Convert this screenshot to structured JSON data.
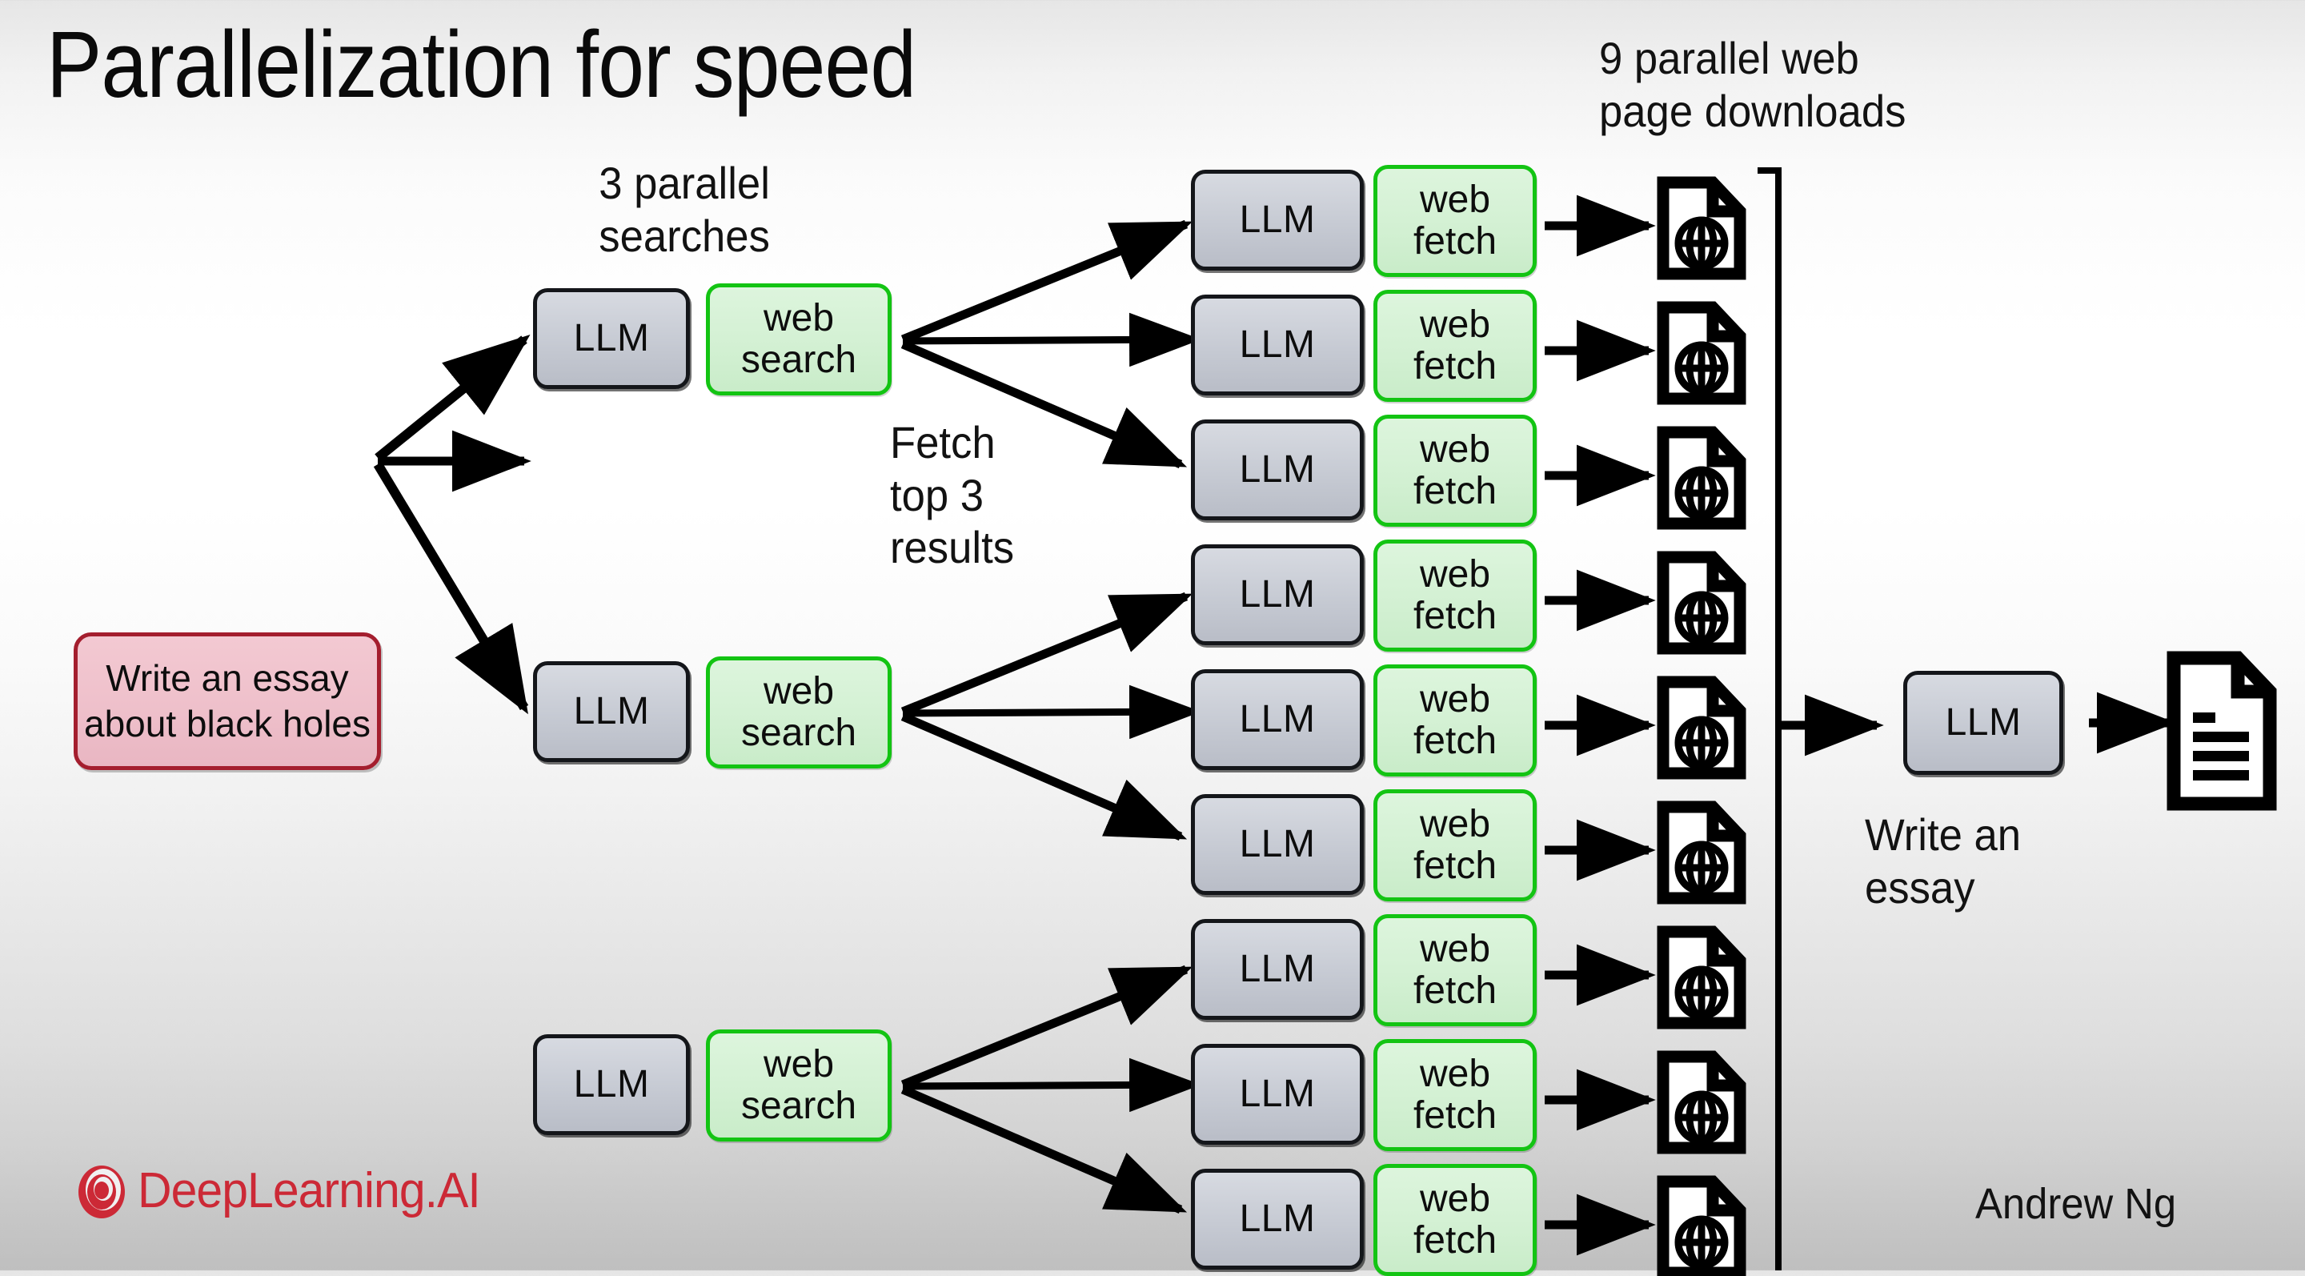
{
  "slide": {
    "title": "Parallelization for speed",
    "footer_author": "Andrew Ng",
    "brand": "DeepLearning.AI"
  },
  "annotations": {
    "parallel_searches": "3 parallel\nsearches",
    "parallel_downloads": "9 parallel web\npage downloads",
    "fetch_top_results": "Fetch\ntop 3\nresults",
    "write_essay": "Write an\nessay"
  },
  "input_node": {
    "label": "Write an\nessay about\nblack holes",
    "type": "prompt",
    "fill": "#eebfca",
    "border": "#a41e2e"
  },
  "search_branches": [
    {
      "llm_label": "LLM",
      "tool_label": "web\nsearch"
    },
    {
      "llm_label": "LLM",
      "tool_label": "web\nsearch"
    },
    {
      "llm_label": "LLM",
      "tool_label": "web\nsearch"
    }
  ],
  "fetch_rows": [
    {
      "llm_label": "LLM",
      "tool_label": "web\nfetch",
      "result_icon": "web-page-document-icon"
    },
    {
      "llm_label": "LLM",
      "tool_label": "web\nfetch",
      "result_icon": "web-page-document-icon"
    },
    {
      "llm_label": "LLM",
      "tool_label": "web\nfetch",
      "result_icon": "web-page-document-icon"
    },
    {
      "llm_label": "LLM",
      "tool_label": "web\nfetch",
      "result_icon": "web-page-document-icon"
    },
    {
      "llm_label": "LLM",
      "tool_label": "web\nfetch",
      "result_icon": "web-page-document-icon"
    },
    {
      "llm_label": "LLM",
      "tool_label": "web\nfetch",
      "result_icon": "web-page-document-icon"
    },
    {
      "llm_label": "LLM",
      "tool_label": "web\nfetch",
      "result_icon": "web-page-document-icon"
    },
    {
      "llm_label": "LLM",
      "tool_label": "web\nfetch",
      "result_icon": "web-page-document-icon"
    },
    {
      "llm_label": "LLM",
      "tool_label": "web\nfetch",
      "result_icon": "web-page-document-icon"
    }
  ],
  "final_stage": {
    "llm_label": "LLM",
    "output_icon": "text-document-icon"
  },
  "colors": {
    "llm_fill": "#c6cad3",
    "llm_border": "#14161a",
    "tool_fill": "#d2f0d2",
    "tool_border": "#13c413",
    "prompt_fill": "#eebfca",
    "prompt_border": "#a41e2e",
    "brand_red": "#cc2936",
    "arrow": "#000000"
  }
}
